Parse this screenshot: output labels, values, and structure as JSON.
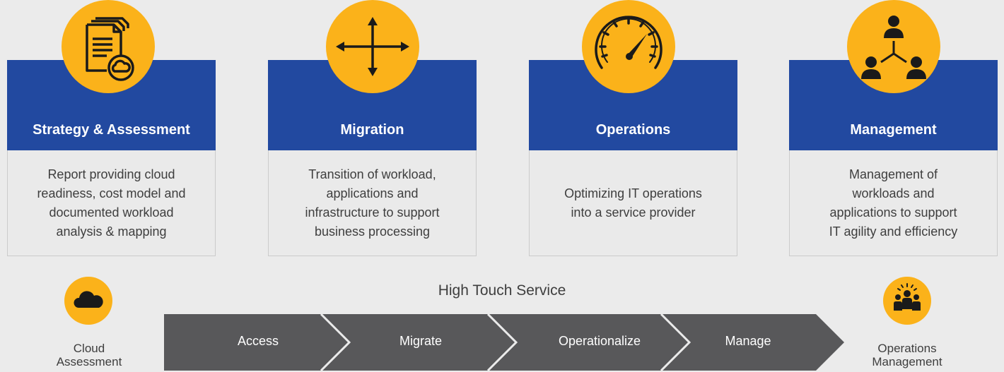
{
  "cards": [
    {
      "title": "Strategy & Assessment",
      "description": "Report providing cloud\nreadiness, cost model and\ndocumented workload\nanalysis & mapping",
      "icon": "document-cloud-icon"
    },
    {
      "title": "Migration",
      "description": "Transition of workload,\napplications and\ninfrastructure to support\nbusiness processing",
      "icon": "move-arrows-icon"
    },
    {
      "title": "Operations",
      "description": "Optimizing IT operations\ninto a service provider",
      "icon": "speedometer-icon"
    },
    {
      "title": "Management",
      "description": "Management of\nworkloads and\napplications to support\nIT agility and efficiency",
      "icon": "people-hierarchy-icon"
    }
  ],
  "process": {
    "title": "High Touch Service",
    "start": {
      "label": "Cloud\nAssessment",
      "icon": "cloud-icon"
    },
    "end": {
      "label": "Operations\nManagement",
      "icon": "team-icon"
    },
    "steps": [
      "Access",
      "Migrate",
      "Operationalize",
      "Manage"
    ]
  },
  "colors": {
    "accent_yellow": "#fbb21a",
    "header_blue": "#2249a0",
    "track_gray": "#58585a",
    "background": "#ebebeb"
  }
}
